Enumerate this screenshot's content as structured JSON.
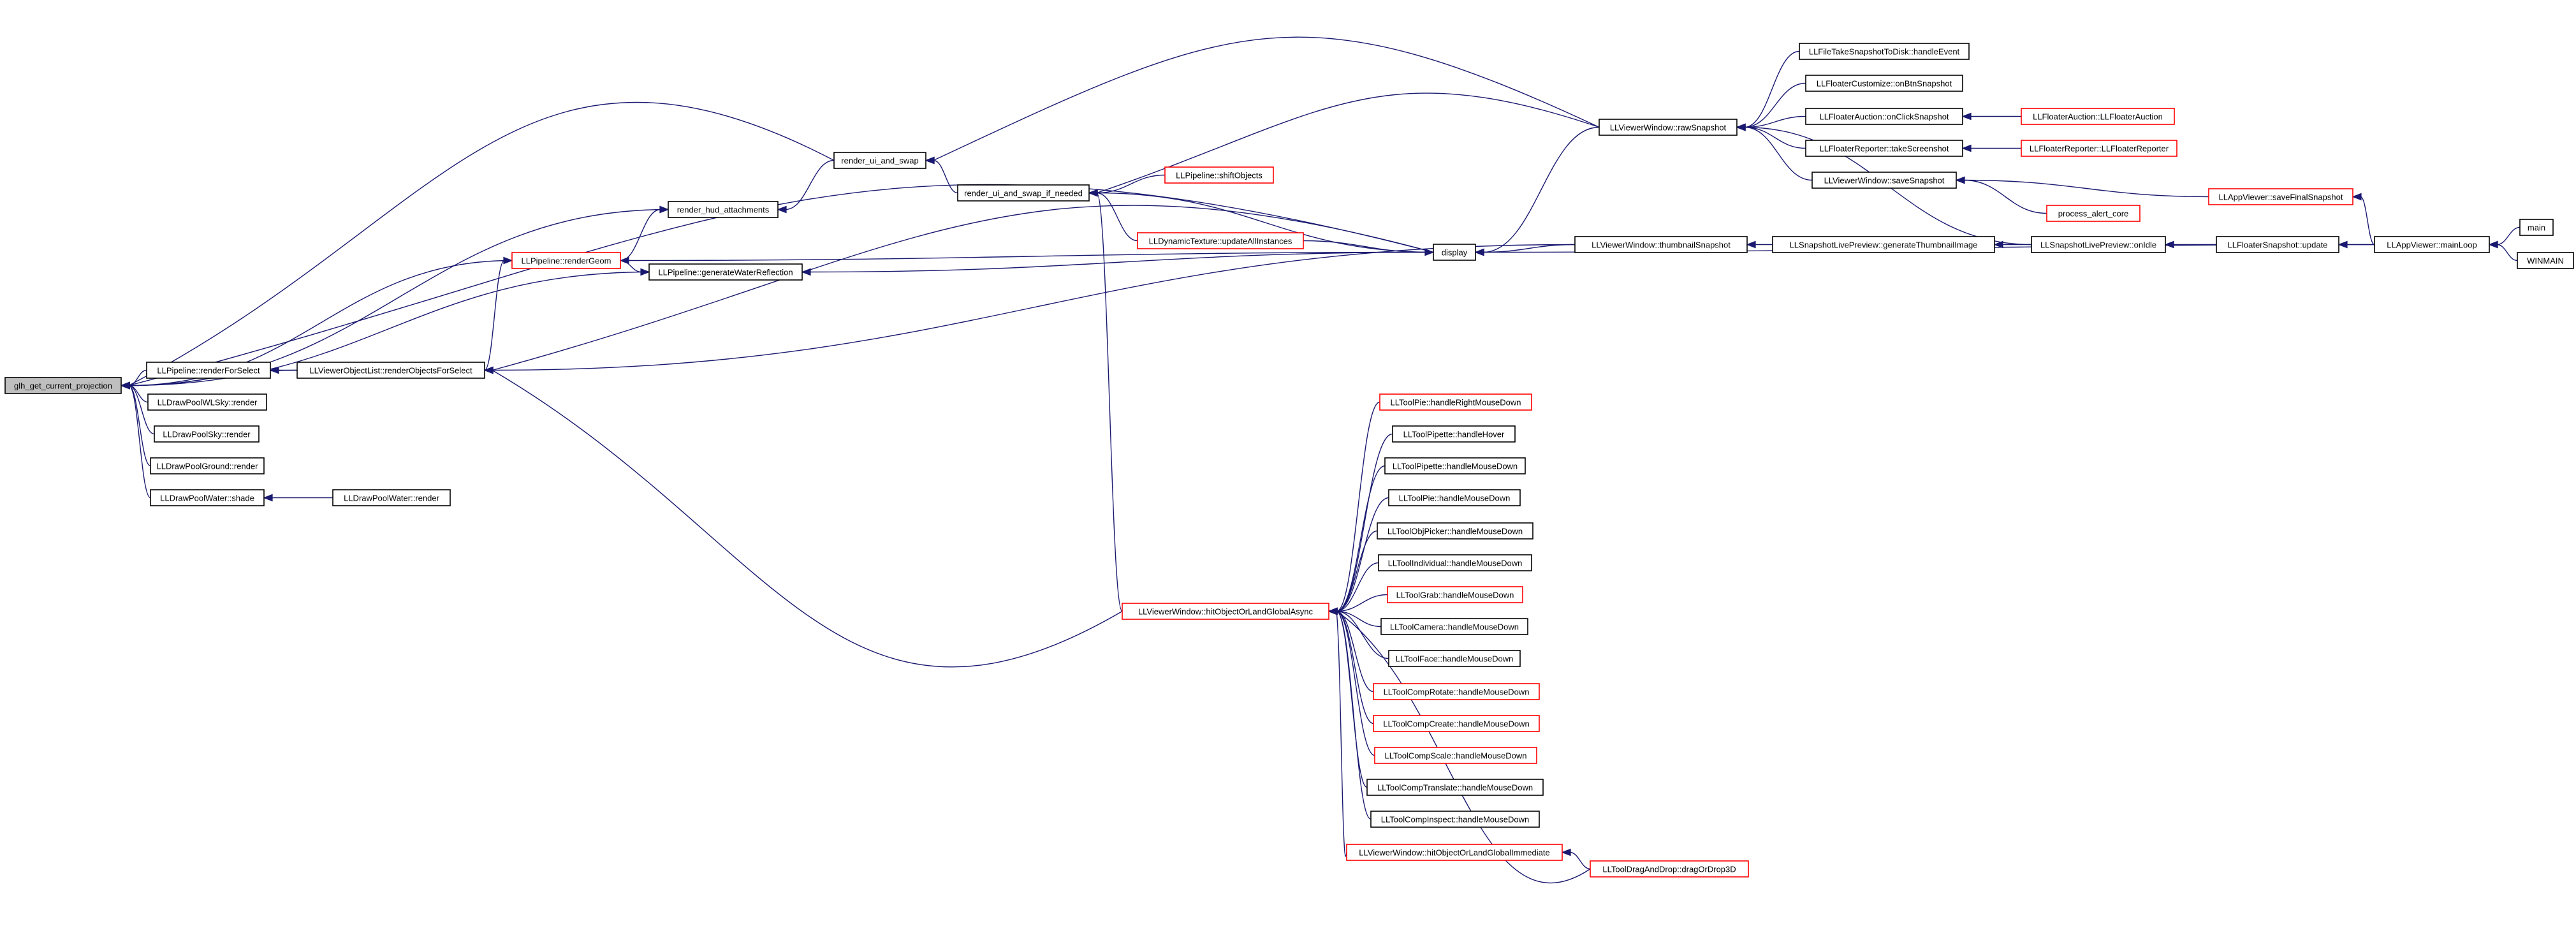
{
  "colors": {
    "edge": "#191970",
    "border_normal": "#000000",
    "border_truncated": "#ff0000",
    "fill_root": "#bfbfbf",
    "fill_node": "#ffffff"
  },
  "nodes": [
    {
      "id": "n0",
      "label": "gl​h_get_current_projection",
      "kind": "root"
    },
    {
      "id": "n1",
      "label": "render_hud_attachments",
      "kind": "normal"
    },
    {
      "id": "n2",
      "label": "render_ui_and_swap",
      "kind": "normal"
    },
    {
      "id": "n3",
      "label": "render_ui_and_swap_if_needed",
      "kind": "normal"
    },
    {
      "id": "n4",
      "label": "LLPipeline::shiftObjects",
      "kind": "truncated"
    },
    {
      "id": "n5",
      "label": "LLDynamicTexture::updateAllInstances",
      "kind": "truncated"
    },
    {
      "id": "n6",
      "label": "display",
      "kind": "normal"
    },
    {
      "id": "n7",
      "label": "LLPipeline::generateWaterReflection",
      "kind": "normal"
    },
    {
      "id": "n8",
      "label": "LLPipeline::renderGeom",
      "kind": "truncated"
    },
    {
      "id": "n9",
      "label": "LLPipeline::renderForSelect",
      "kind": "normal"
    },
    {
      "id": "n10",
      "label": "LLViewerObjectList::renderObjectsForSelect",
      "kind": "normal"
    },
    {
      "id": "n11",
      "label": "LLDrawPoolWLSky::render",
      "kind": "normal"
    },
    {
      "id": "n12",
      "label": "LLDrawPoolSky::render",
      "kind": "normal"
    },
    {
      "id": "n13",
      "label": "LLDrawPoolGround::render",
      "kind": "normal"
    },
    {
      "id": "n14",
      "label": "LLDrawPoolWater::shade",
      "kind": "normal"
    },
    {
      "id": "n15",
      "label": "LLDrawPoolWater::render",
      "kind": "normal"
    },
    {
      "id": "n16",
      "label": "LLViewerWindow::rawSnapshot",
      "kind": "normal"
    },
    {
      "id": "n17",
      "label": "LLViewerWindow::thumbnailSnapshot",
      "kind": "normal"
    },
    {
      "id": "n18",
      "label": "LLFileTakeSnapshotToDisk::handleEvent",
      "kind": "normal"
    },
    {
      "id": "n19",
      "label": "LLFloaterCustomize::onBtnSnapshot",
      "kind": "normal"
    },
    {
      "id": "n20",
      "label": "LLFloaterAuction::onClickSnapshot",
      "kind": "normal"
    },
    {
      "id": "n21",
      "label": "LLFloaterAuction::LLFloaterAuction",
      "kind": "truncated"
    },
    {
      "id": "n22",
      "label": "LLFloaterReporter::takeScreenshot",
      "kind": "normal"
    },
    {
      "id": "n23",
      "label": "LLFloaterReporter::LLFloaterReporter",
      "kind": "truncated"
    },
    {
      "id": "n24",
      "label": "LLViewerWindow::saveSnapshot",
      "kind": "normal"
    },
    {
      "id": "n25",
      "label": "LLAppViewer::saveFinalSnapshot",
      "kind": "truncated"
    },
    {
      "id": "n26",
      "label": "process_alert_core",
      "kind": "truncated"
    },
    {
      "id": "n27",
      "label": "LLSnapshotLivePreview::generateThumbnailImage",
      "kind": "normal"
    },
    {
      "id": "n28",
      "label": "LLSnapshotLivePreview::onIdle",
      "kind": "normal"
    },
    {
      "id": "n29",
      "label": "LLFloaterSnapshot::update",
      "kind": "normal"
    },
    {
      "id": "n30",
      "label": "LLAppViewer::mainLoop",
      "kind": "normal"
    },
    {
      "id": "n31",
      "label": "main",
      "kind": "normal"
    },
    {
      "id": "n32",
      "label": "WINMAIN",
      "kind": "normal"
    },
    {
      "id": "n33",
      "label": "LLViewerWindow::hitObjectOrLandGlobalAsync",
      "kind": "truncated"
    },
    {
      "id": "n34",
      "label": "LLToolPie::handleRightMouseDown",
      "kind": "truncated"
    },
    {
      "id": "n35",
      "label": "LLToolPipette::handleHover",
      "kind": "normal"
    },
    {
      "id": "n36",
      "label": "LLToolPipette::handleMouseDown",
      "kind": "normal"
    },
    {
      "id": "n37",
      "label": "LLToolPie::handleMouseDown",
      "kind": "normal"
    },
    {
      "id": "n38",
      "label": "LLToolObjPicker::handleMouseDown",
      "kind": "normal"
    },
    {
      "id": "n39",
      "label": "LLToolIndividual::handleMouseDown",
      "kind": "normal"
    },
    {
      "id": "n40",
      "label": "LLToolGrab::handleMouseDown",
      "kind": "truncated"
    },
    {
      "id": "n41",
      "label": "LLToolCamera::handleMouseDown",
      "kind": "normal"
    },
    {
      "id": "n42",
      "label": "LLToolFace::handleMouseDown",
      "kind": "normal"
    },
    {
      "id": "n43",
      "label": "LLToolCompRotate::handleMouseDown",
      "kind": "truncated"
    },
    {
      "id": "n44",
      "label": "LLToolCompCreate::handleMouseDown",
      "kind": "truncated"
    },
    {
      "id": "n45",
      "label": "LLToolCompScale::handleMouseDown",
      "kind": "truncated"
    },
    {
      "id": "n46",
      "label": "LLToolCompTranslate::handleMouseDown",
      "kind": "normal"
    },
    {
      "id": "n47",
      "label": "LLToolCompInspect::handleMouseDown",
      "kind": "normal"
    },
    {
      "id": "n48",
      "label": "LLViewerWindow::hitObjectOrLandGlobalImmediate",
      "kind": "truncated"
    },
    {
      "id": "n49",
      "label": "LLToolDragAndDrop::dragOrDrop3D",
      "kind": "truncated"
    }
  ],
  "edges": [
    [
      "n1",
      "n0"
    ],
    [
      "n2",
      "n0"
    ],
    [
      "n6",
      "n0"
    ],
    [
      "n7",
      "n0"
    ],
    [
      "n8",
      "n0"
    ],
    [
      "n9",
      "n0"
    ],
    [
      "n10",
      "n0"
    ],
    [
      "n11",
      "n0"
    ],
    [
      "n12",
      "n0"
    ],
    [
      "n13",
      "n0"
    ],
    [
      "n14",
      "n0"
    ],
    [
      "n2",
      "n1"
    ],
    [
      "n3",
      "n2"
    ],
    [
      "n16",
      "n2"
    ],
    [
      "n4",
      "n3"
    ],
    [
      "n5",
      "n3"
    ],
    [
      "n6",
      "n3"
    ],
    [
      "n16",
      "n3"
    ],
    [
      "n33",
      "n3"
    ],
    [
      "n5",
      "n6"
    ],
    [
      "n16",
      "n6"
    ],
    [
      "n17",
      "n6"
    ],
    [
      "n30",
      "n6"
    ],
    [
      "n6",
      "n7"
    ],
    [
      "n6",
      "n8"
    ],
    [
      "n8",
      "n1"
    ],
    [
      "n8",
      "n7"
    ],
    [
      "n10",
      "n8"
    ],
    [
      "n10",
      "n9"
    ],
    [
      "n17",
      "n10"
    ],
    [
      "n33",
      "n10"
    ],
    [
      "n6",
      "n10"
    ],
    [
      "n15",
      "n14"
    ],
    [
      "n18",
      "n16"
    ],
    [
      "n19",
      "n16"
    ],
    [
      "n20",
      "n16"
    ],
    [
      "n22",
      "n16"
    ],
    [
      "n24",
      "n16"
    ],
    [
      "n28",
      "n16"
    ],
    [
      "n21",
      "n20"
    ],
    [
      "n23",
      "n22"
    ],
    [
      "n25",
      "n24"
    ],
    [
      "n26",
      "n24"
    ],
    [
      "n27",
      "n17"
    ],
    [
      "n28",
      "n27"
    ],
    [
      "n29",
      "n28"
    ],
    [
      "n30",
      "n29"
    ],
    [
      "n30",
      "n25"
    ],
    [
      "n31",
      "n30"
    ],
    [
      "n32",
      "n30"
    ],
    [
      "n34",
      "n33"
    ],
    [
      "n35",
      "n33"
    ],
    [
      "n36",
      "n33"
    ],
    [
      "n37",
      "n33"
    ],
    [
      "n38",
      "n33"
    ],
    [
      "n39",
      "n33"
    ],
    [
      "n40",
      "n33"
    ],
    [
      "n41",
      "n33"
    ],
    [
      "n42",
      "n33"
    ],
    [
      "n43",
      "n33"
    ],
    [
      "n44",
      "n33"
    ],
    [
      "n45",
      "n33"
    ],
    [
      "n46",
      "n33"
    ],
    [
      "n47",
      "n33"
    ],
    [
      "n48",
      "n33"
    ],
    [
      "n49",
      "n33"
    ],
    [
      "n49",
      "n48"
    ]
  ]
}
